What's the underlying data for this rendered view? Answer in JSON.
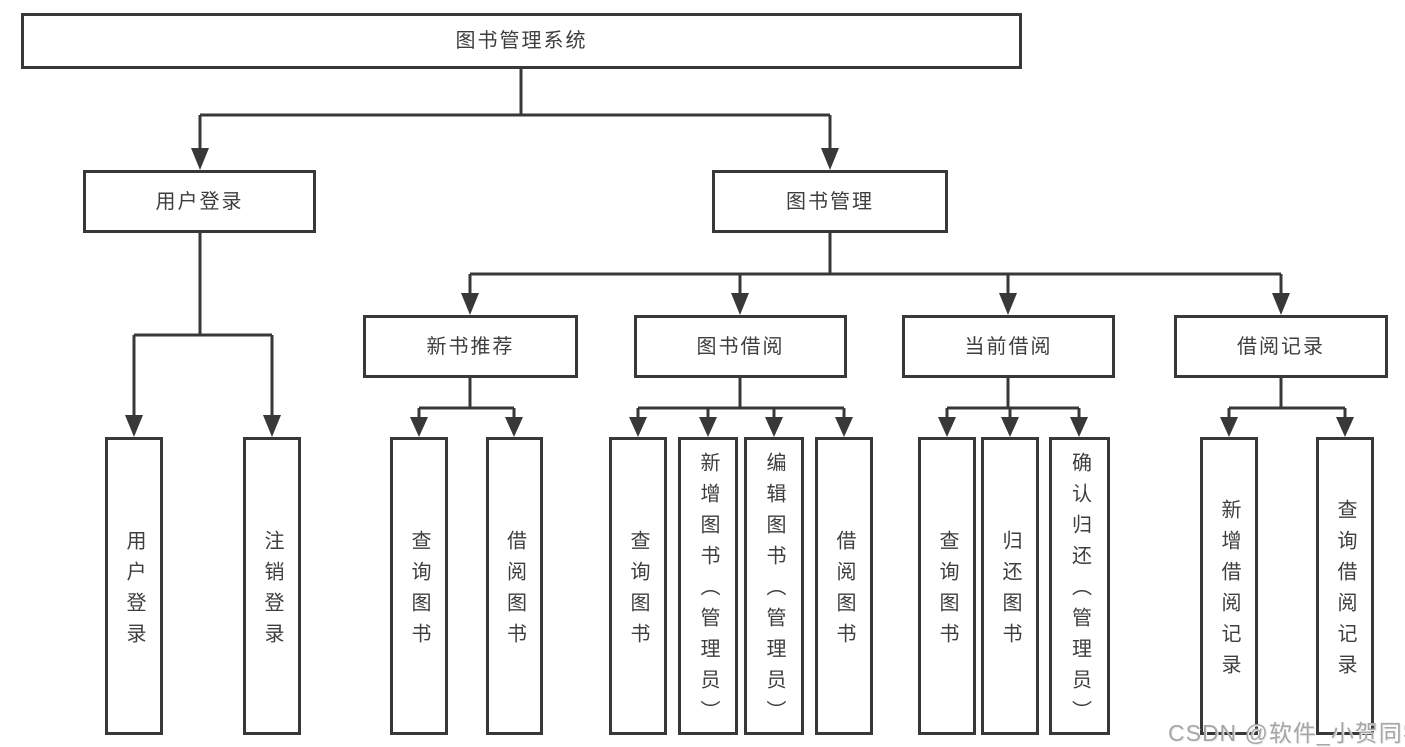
{
  "nodes": {
    "root": "图书管理系统",
    "user_login": "用户登录",
    "book_management": "图书管理",
    "new_book_recommend": "新书推荐",
    "book_borrow": "图书借阅",
    "current_borrow": "当前借阅",
    "borrow_records": "借阅记录",
    "leaves": {
      "user_login": [
        "用户登录",
        "注销登录"
      ],
      "new_book_recommend": [
        "查询图书",
        "借阅图书"
      ],
      "book_borrow": [
        "查询图书",
        "新增图书（管理员）",
        "编辑图书（管理员）",
        "借阅图书"
      ],
      "current_borrow": [
        "查询图书",
        "归还图书",
        "确认归还（管理员）"
      ],
      "borrow_records": [
        "新增借阅记录",
        "查询借阅记录"
      ]
    }
  },
  "watermark": "CSDN @软件_小贺同学",
  "colors": {
    "line": "#383838",
    "text": "#3e3e3e",
    "background": "#ffffff",
    "watermark": "#a6a6a6"
  }
}
